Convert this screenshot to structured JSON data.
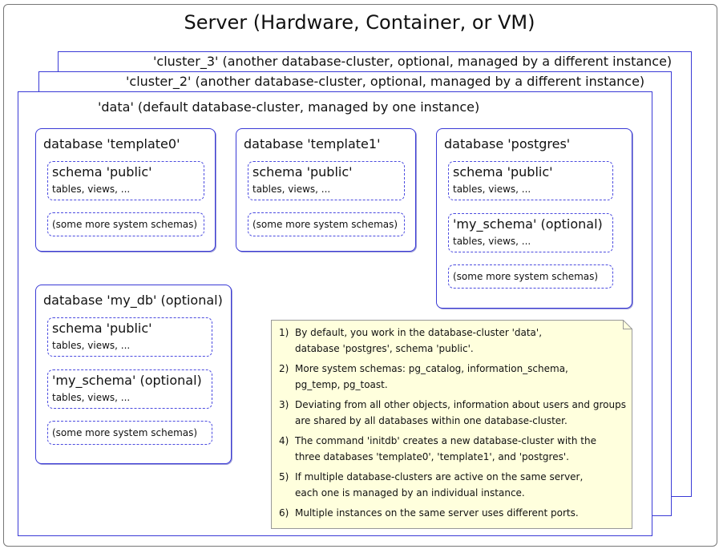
{
  "server": {
    "title": "Server (Hardware, Container, or VM)"
  },
  "clusters": {
    "cluster_3": "'cluster_3' (another database-cluster, optional, managed by a different instance)",
    "cluster_2": "'cluster_2' (another database-cluster, optional, managed by a different instance)",
    "data": "'data' (default database-cluster, managed by one instance)"
  },
  "databases": {
    "template0": {
      "title": "database 'template0'",
      "schema_public": {
        "name": "schema 'public'",
        "contents": "tables, views, ..."
      },
      "system_schemas": "(some more system schemas)"
    },
    "template1": {
      "title": "database 'template1'",
      "schema_public": {
        "name": "schema 'public'",
        "contents": "tables, views, ..."
      },
      "system_schemas": "(some more system schemas)"
    },
    "postgres": {
      "title": "database 'postgres'",
      "schema_public": {
        "name": "schema 'public'",
        "contents": "tables, views, ..."
      },
      "schema_my": {
        "name": "'my_schema' (optional)",
        "contents": "tables, views, ..."
      },
      "system_schemas": "(some more system schemas)"
    },
    "my_db": {
      "title": "database 'my_db' (optional)",
      "schema_public": {
        "name": "schema 'public'",
        "contents": "tables, views, ..."
      },
      "schema_my": {
        "name": "'my_schema' (optional)",
        "contents": "tables, views, ..."
      },
      "system_schemas": "(some more system schemas)"
    }
  },
  "notes": [
    {
      "num": "1)",
      "line1": "By default, you work in the database-cluster 'data',",
      "line2": "database 'postgres', schema 'public'."
    },
    {
      "num": "2)",
      "line1": "More system schemas: pg_catalog, information_schema,",
      "line2": "pg_temp, pg_toast."
    },
    {
      "num": "3)",
      "line1": "Deviating from all other objects, information about users and groups",
      "line2": "are shared by all databases within one database-cluster."
    },
    {
      "num": "4)",
      "line1": "The command 'initdb' creates a new database-cluster with the",
      "line2": "three databases 'template0', 'template1', and 'postgres'."
    },
    {
      "num": "5)",
      "line1": "If multiple database-clusters are active on the same server,",
      "line2": "each one is managed by an individual instance."
    },
    {
      "num": "6)",
      "line1": "Multiple instances on the same server uses different ports.",
      "line2": ""
    }
  ],
  "colors": {
    "border_blue": "#3a3ad6",
    "note_fill": "#ffffdd",
    "note_border": "#999999"
  }
}
